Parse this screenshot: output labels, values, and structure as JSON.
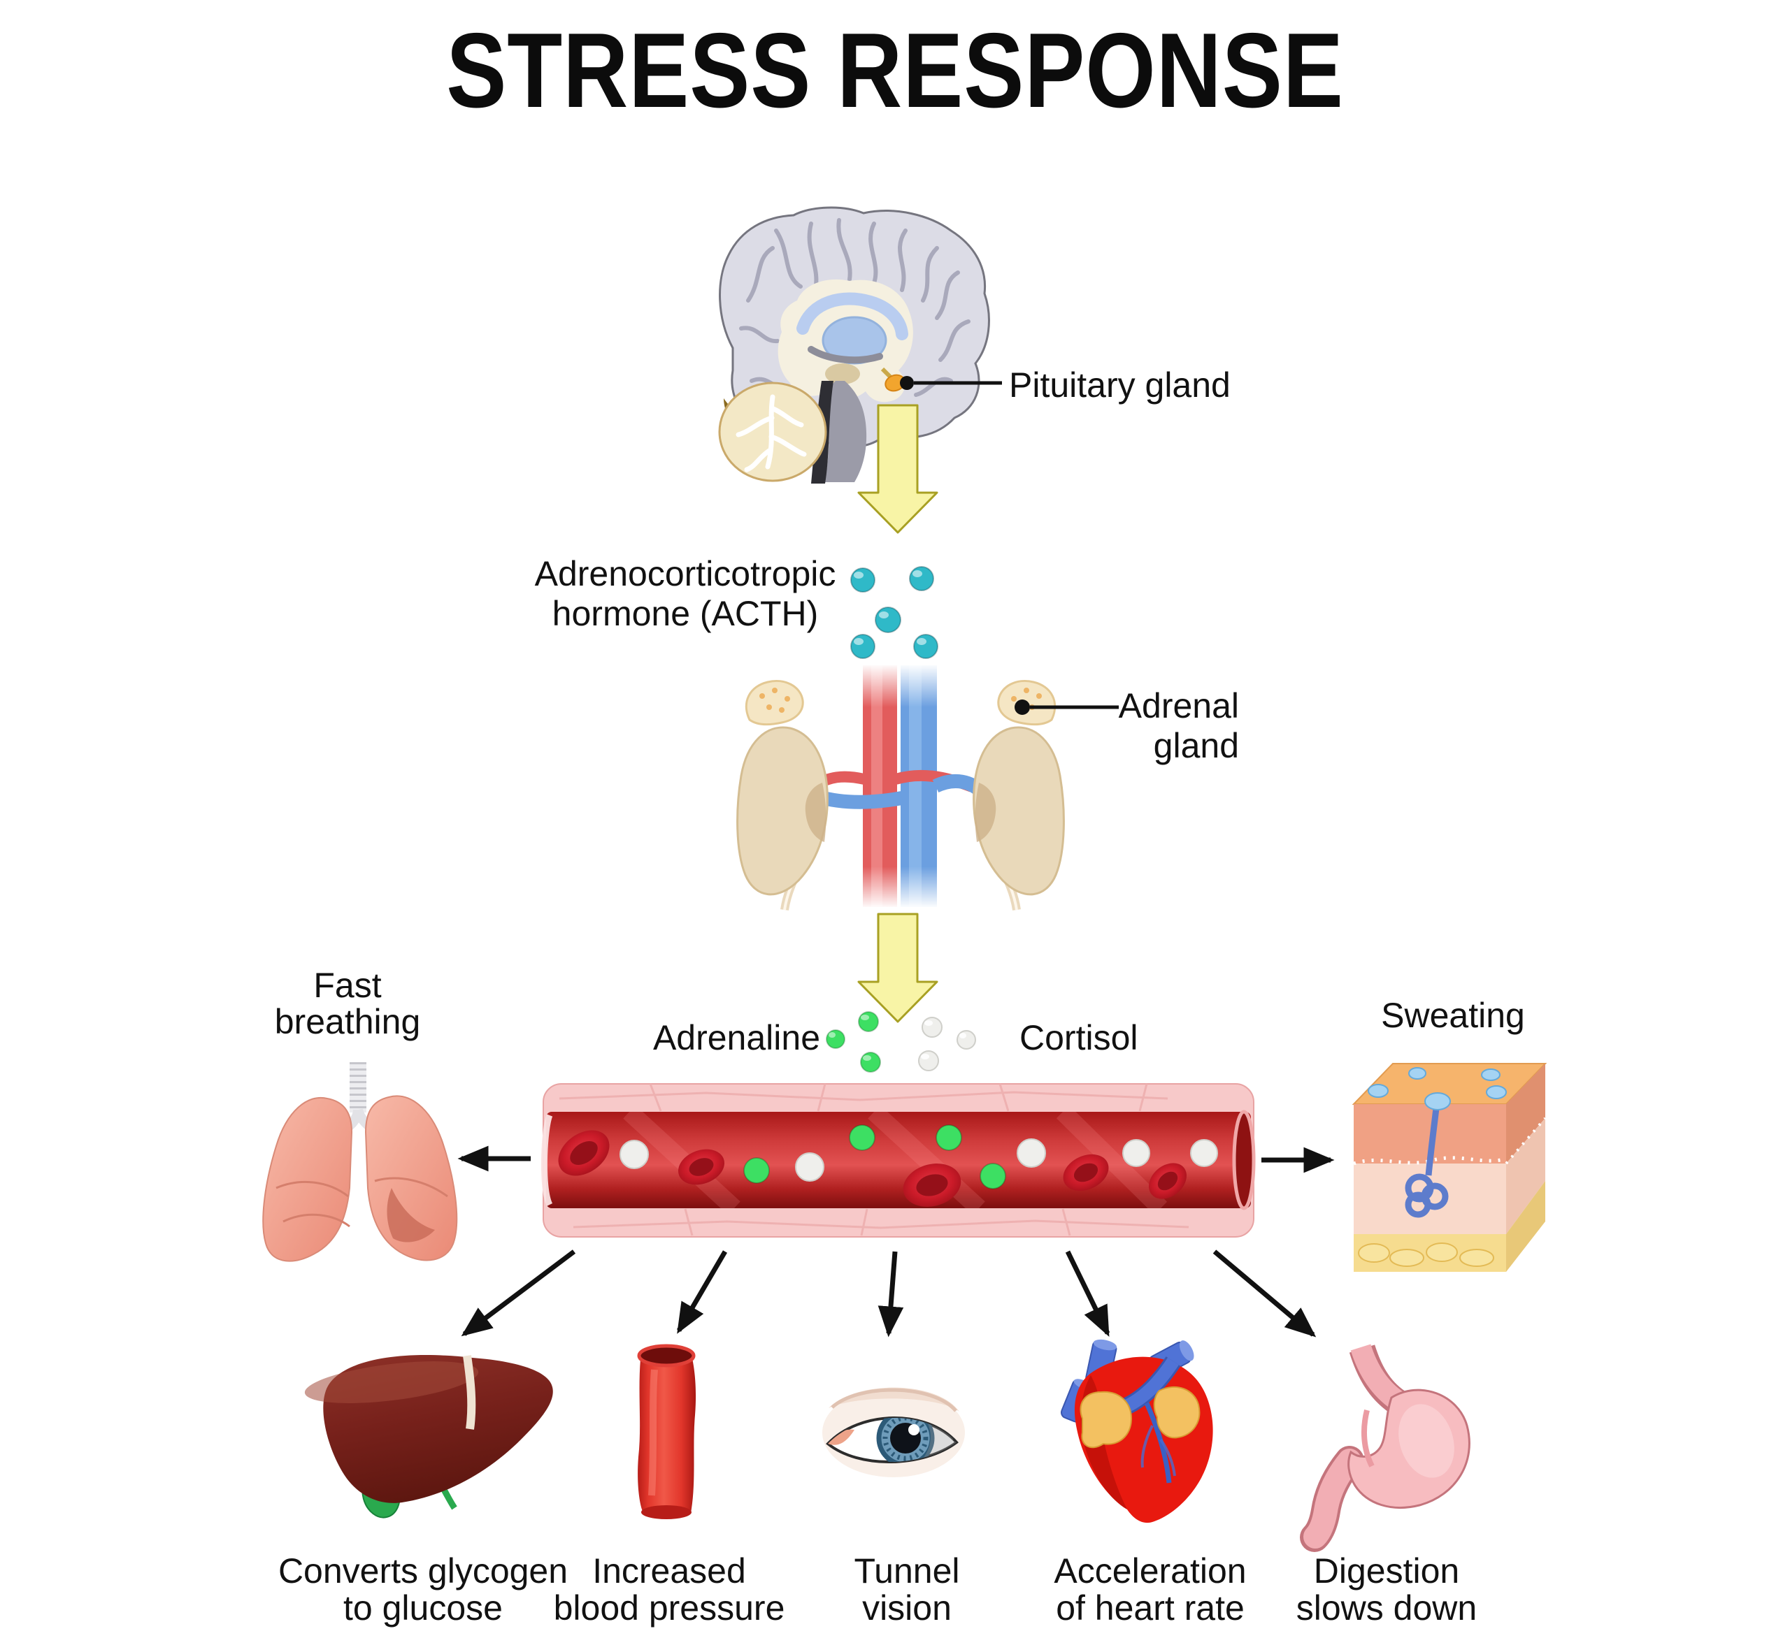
{
  "title": "STRESS RESPONSE",
  "hormone_cascade": {
    "pituitary_label": "Pituitary gland",
    "acth_label": "Adrenocorticotropic\nhormone (ACTH)",
    "adrenal_label": "Adrenal\ngland",
    "adrenaline_label": "Adrenaline",
    "cortisol_label": "Cortisol"
  },
  "effects": {
    "lungs": "Fast\nbreathing",
    "skin": "Sweating",
    "liver": "Converts glycogen\nto glucose",
    "blood_vessel": "Increased\nblood pressure",
    "eye": "Tunnel\nvision",
    "heart": "Acceleration\nof heart rate",
    "stomach": "Digestion\nslows down"
  },
  "colors": {
    "acth_dot": "#2fb9c8",
    "adrenaline_dot": "#3ddf63",
    "cortisol_dot": "#efefec",
    "flow_arrow_fill": "#f8f4a6",
    "flow_arrow_stroke": "#a8a023",
    "text": "#111111",
    "background": "#ffffff"
  }
}
